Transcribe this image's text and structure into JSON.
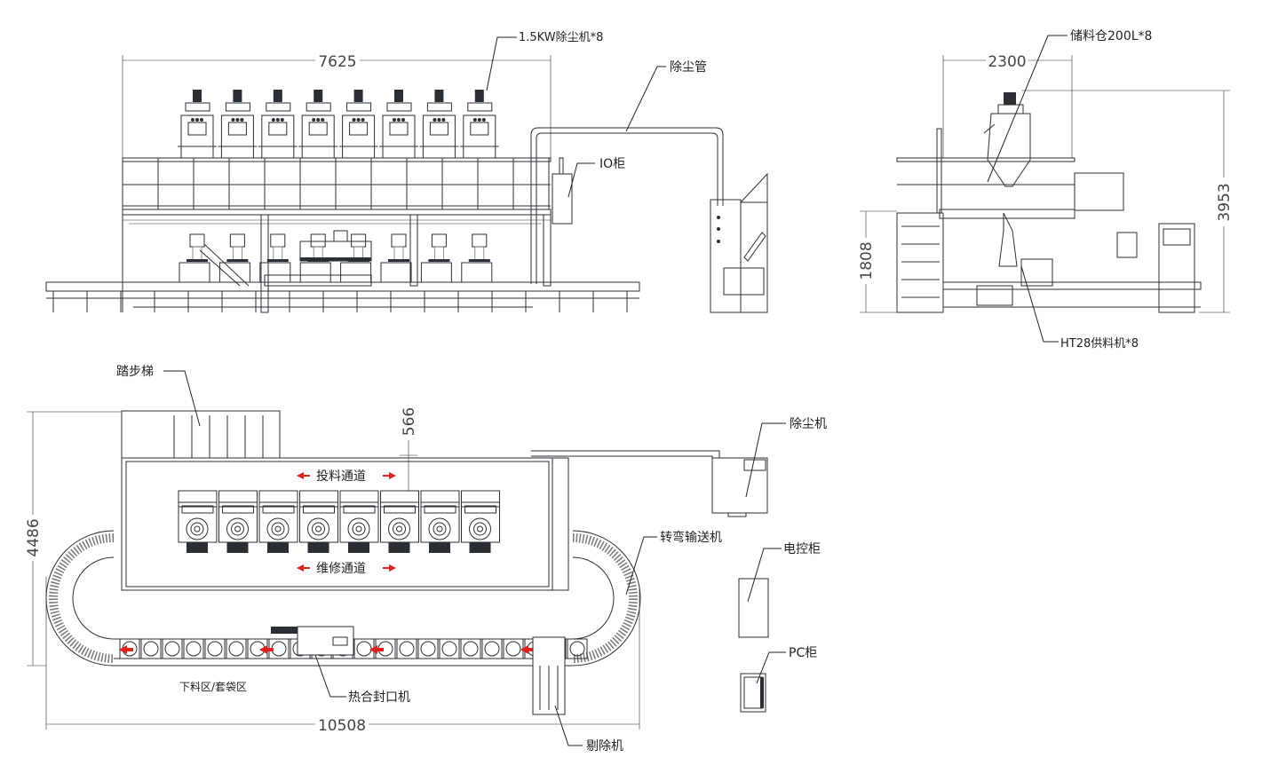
{
  "front_view": {
    "dust_collector_label": "1.5KW除尘机*8",
    "dust_pipe_label": "除尘管",
    "io_cabinet_label": "IO柜",
    "width_dim": "7625",
    "machine_count": 8
  },
  "side_view": {
    "silo_label": "储料仓200L*8",
    "feeder_label": "HT28供料机*8",
    "width_dim": "2300",
    "height_dim": "3953",
    "platform_height_dim": "1808"
  },
  "top_view": {
    "stair_label": "踏步梯",
    "dust_collector_label": "除尘机",
    "curve_conveyor_label": "转弯输送机",
    "electric_cabinet_label": "电控柜",
    "pc_cabinet_label": "PC柜",
    "feeding_aisle_label": "投料通道",
    "maintenance_aisle_label": "维修通道",
    "sealer_label": "热合封口机",
    "discharge_zone_label": "下料区/套袋区",
    "reject_label": "剔除机",
    "aisle_dim": "566",
    "depth_dim": "4486",
    "length_dim": "10508",
    "machine_count": 8
  },
  "colors": {
    "line": "#2a2e35",
    "arrow": "#e0201b"
  }
}
